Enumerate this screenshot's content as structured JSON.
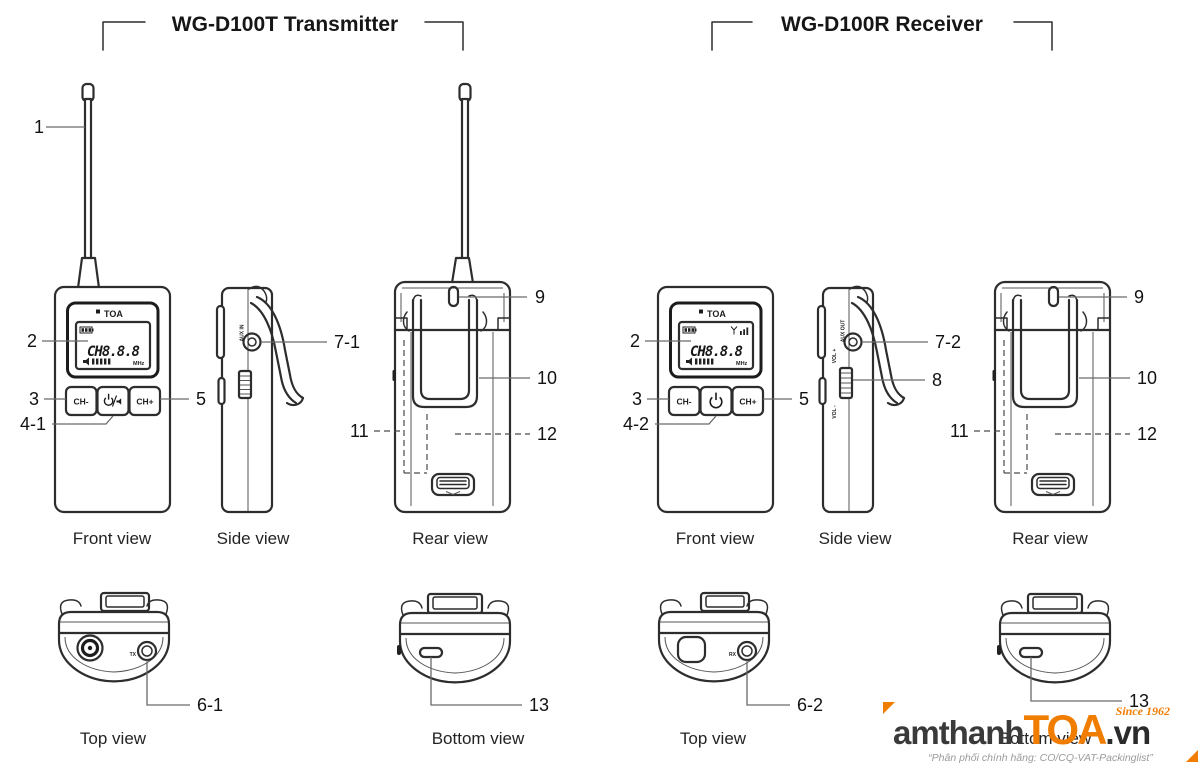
{
  "titles": {
    "transmitter": "WG-D100T Transmitter",
    "receiver": "WG-D100R Receiver"
  },
  "views": {
    "front": "Front view",
    "side": "Side view",
    "rear": "Rear view",
    "top": "Top view",
    "bottom": "Bottom view"
  },
  "callouts": {
    "n1": "1",
    "n2": "2",
    "n3": "3",
    "n4_1": "4-1",
    "n4_2": "4-2",
    "n5": "5",
    "n6_1": "6-1",
    "n6_2": "6-2",
    "n7_1": "7-1",
    "n7_2": "7-2",
    "n8": "8",
    "n9": "9",
    "n10": "10",
    "n11": "11",
    "n12": "12",
    "n13": "13"
  },
  "device": {
    "brand": "TOA",
    "lcd_channel": "CH8.8.8",
    "lcd_unit": "MHz",
    "btn_ch_minus": "CH-",
    "btn_ch_plus": "CH+",
    "aux_in": "AUX IN",
    "aux_out": "AUX OUT",
    "vol_plus": "VOL +",
    "vol_minus": "VOL -",
    "tx_label": "TX",
    "rx_label": "RX"
  },
  "watermark": {
    "brand_prefix": "amthanh",
    "brand_core": "TOA",
    "brand_suffix": ".vn",
    "since": "Since 1962",
    "tagline": "“Phân phối chính hãng: CO/CQ-VAT-Packinglist”",
    "accent_color": "#F07C00"
  }
}
